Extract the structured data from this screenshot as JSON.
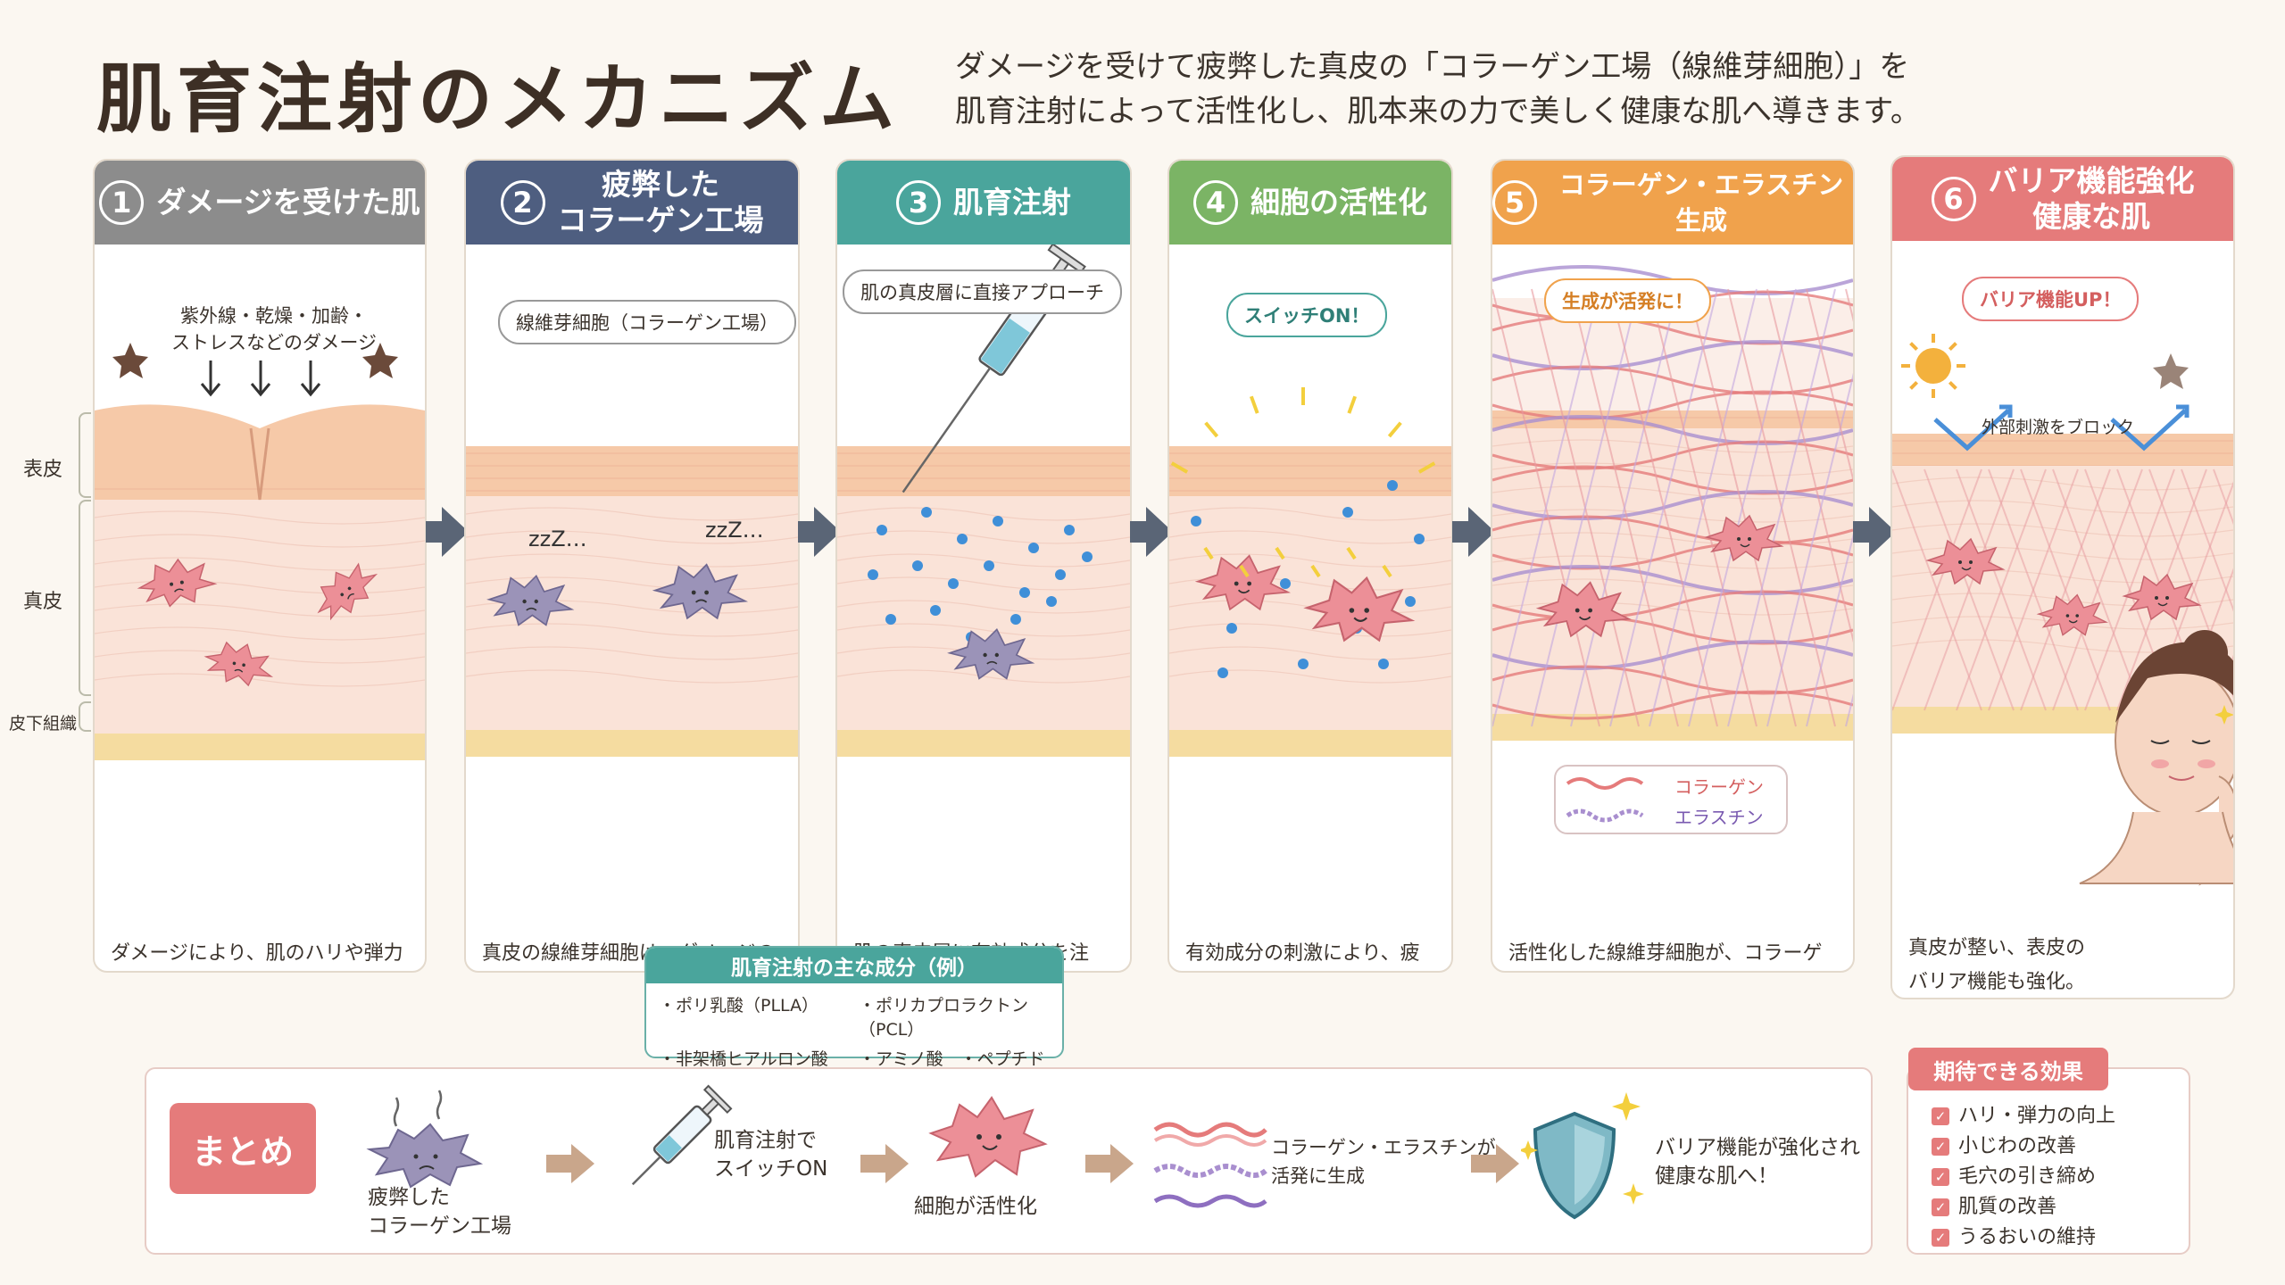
{
  "title": "肌育注射のメカニズム",
  "lead": "ダメージを受けて疲弊した真皮の「コラーゲン工場（線維芽細胞）」を\n肌育注射によって活性化し、肌本来の力で美しく健康な肌へ導きます。",
  "side_labels": {
    "epidermis": "表皮",
    "dermis": "真皮",
    "subcutis": "皮下組織"
  },
  "steps": [
    {
      "num": "1",
      "heading": "ダメージを受けた肌",
      "color": "#8c8c8c",
      "callout": "紫外線・乾燥・加齢・\nストレスなどのダメージ",
      "text": "ダメージにより、肌のハリや弾力が低下。真皮ではコラーゲンやエラスチンが減少し、バリア機能も弱まっています。"
    },
    {
      "num": "2",
      "heading": "疲弊した\nコラーゲン工場",
      "color": "#4e5e80",
      "callout": "線維芽細胞（コラーゲン工場）",
      "text": "真皮の線維芽細胞は、ダメージの影響で働きが低下し、コラーゲンやエラスチンの生成能力が落ちている状態です。"
    },
    {
      "num": "3",
      "heading": "肌育注射",
      "color": "#4aa59c",
      "callout": "肌の真皮層に直接アプローチ",
      "text": "肌の真皮層に有効成分を注入。線維芽細胞に直接働きかけ、睡眠していた「コラーゲン工場」にスイッチを入れます。"
    },
    {
      "num": "4",
      "heading": "細胞の活性化",
      "color": "#7bb465",
      "callout": "スイッチON！",
      "text": "有効成分の刺激により、疲弊していた線維芽細胞が活性化。コラーゲンやエラスチンを作り出す力が高まります。"
    },
    {
      "num": "5",
      "heading": "コラーゲン・エラスチン生成",
      "color": "#f0a24c",
      "callout": "生成が活発に！",
      "legend": [
        "コラーゲン",
        "エラスチン"
      ],
      "text": "活性化した線維芽細胞が、コラーゲンやエラスチンを豊富に生成。真皮の密度が高まり、ハリ・弾力が向上します。"
    },
    {
      "num": "6",
      "heading": "バリア機能強化\n健康な肌",
      "color": "#e57b7b",
      "callout": "バリア機能UP！",
      "sub_callout": "外部刺激をブロック",
      "text": "真皮が整い、表皮のバリア機能も強化。水分を保持しやすく、外部の刺激に負けない、ある健康な肌へ。"
    }
  ],
  "ingredients": {
    "title": "肌育注射の主な成分（例）",
    "items": [
      "・ポリ乳酸（PLLA）",
      "・ポリカプロラクトン（PCL）",
      "・非架橋ヒアルロン酸",
      "・アミノ酸　・ペプチド　など"
    ]
  },
  "zzz": "zzZ…",
  "summary": {
    "tag": "まとめ",
    "items": [
      "疲弊した\nコラーゲン工場",
      "肌育注射で\nスイッチON",
      "細胞が活性化",
      "コラーゲン・エラスチンが\n活発に生成",
      "バリア機能が強化され\n健康な肌へ！"
    ]
  },
  "effects": {
    "title": "期待できる効果",
    "items": [
      "ハリ・弾力の向上",
      "小じわの改善",
      "毛穴の引き締め",
      "肌質の改善",
      "うるおいの維持"
    ]
  },
  "colors": {
    "skin_epidermis": "#f6c9a8",
    "skin_dermis": "#fae3d8",
    "subcutis": "#f5dca0",
    "cell_pink": "#ec8f97",
    "cell_purple": "#9b93b8",
    "dot_blue": "#3f8fd8"
  }
}
